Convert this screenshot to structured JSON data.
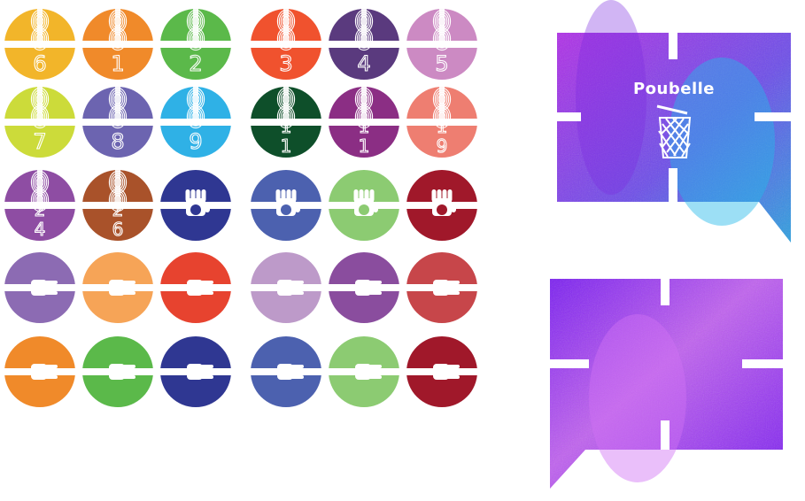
{
  "tokens": [
    {
      "row": 1,
      "col": 1,
      "kind": "fingerprint",
      "digits": [
        "6"
      ],
      "color": "#F2B52A"
    },
    {
      "row": 1,
      "col": 2,
      "kind": "fingerprint",
      "digits": [
        "1"
      ],
      "color": "#F08A2A"
    },
    {
      "row": 1,
      "col": 3,
      "kind": "fingerprint",
      "digits": [
        "2"
      ],
      "color": "#5BB94A"
    },
    {
      "row": 1,
      "col": 4,
      "kind": "fingerprint",
      "digits": [
        "3"
      ],
      "color": "#F0522E"
    },
    {
      "row": 1,
      "col": 5,
      "kind": "fingerprint",
      "digits": [
        "4"
      ],
      "color": "#5A3A7E"
    },
    {
      "row": 1,
      "col": 6,
      "kind": "fingerprint",
      "digits": [
        "5"
      ],
      "color": "#CC8AC3"
    },
    {
      "row": 2,
      "col": 1,
      "kind": "fingerprint",
      "digits": [
        "7"
      ],
      "color": "#CCDB3A"
    },
    {
      "row": 2,
      "col": 2,
      "kind": "fingerprint",
      "digits": [
        "8"
      ],
      "color": "#6C64B0"
    },
    {
      "row": 2,
      "col": 3,
      "kind": "fingerprint",
      "digits": [
        "9"
      ],
      "color": "#2FB1E6"
    },
    {
      "row": 2,
      "col": 4,
      "kind": "fingerprint",
      "digits": [
        "1",
        "1"
      ],
      "color": "#0E4F2A"
    },
    {
      "row": 2,
      "col": 5,
      "kind": "fingerprint",
      "digits": [
        "1",
        "1"
      ],
      "color": "#8B2E84"
    },
    {
      "row": 2,
      "col": 6,
      "kind": "fingerprint",
      "digits": [
        "1",
        "9"
      ],
      "color": "#EE7E71"
    },
    {
      "row": 3,
      "col": 1,
      "kind": "fingerprint",
      "digits": [
        "2",
        "4"
      ],
      "color": "#8E4DA3"
    },
    {
      "row": 3,
      "col": 2,
      "kind": "fingerprint",
      "digits": [
        "2",
        "6"
      ],
      "color": "#A9522A"
    },
    {
      "row": 3,
      "col": 3,
      "kind": "hand-up",
      "color": "#2F3792"
    },
    {
      "row": 3,
      "col": 4,
      "kind": "hand-up",
      "color": "#4C61AF"
    },
    {
      "row": 3,
      "col": 5,
      "kind": "hand-up",
      "color": "#8CCB72"
    },
    {
      "row": 3,
      "col": 6,
      "kind": "hand-up",
      "color": "#A0182A"
    },
    {
      "row": 4,
      "col": 1,
      "kind": "hand-side",
      "color": "#8C6BB3"
    },
    {
      "row": 4,
      "col": 2,
      "kind": "hand-side",
      "color": "#F6A457"
    },
    {
      "row": 4,
      "col": 3,
      "kind": "hand-side",
      "color": "#E7432F"
    },
    {
      "row": 4,
      "col": 4,
      "kind": "hand-side",
      "color": "#BD9AC9"
    },
    {
      "row": 4,
      "col": 5,
      "kind": "hand-side",
      "color": "#8A4D9E"
    },
    {
      "row": 4,
      "col": 6,
      "kind": "hand-side",
      "color": "#C7464A"
    },
    {
      "row": 5,
      "col": 1,
      "kind": "hand-side",
      "color": "#F08A2A"
    },
    {
      "row": 5,
      "col": 2,
      "kind": "hand-side",
      "color": "#5BB94A"
    },
    {
      "row": 5,
      "col": 3,
      "kind": "hand-side",
      "color": "#2F3792"
    },
    {
      "row": 5,
      "col": 4,
      "kind": "hand-side",
      "color": "#4C61AF"
    },
    {
      "row": 5,
      "col": 5,
      "kind": "hand-side",
      "color": "#8CCB72"
    },
    {
      "row": 5,
      "col": 6,
      "kind": "hand-side",
      "color": "#A0182A"
    }
  ],
  "panels": {
    "trash": {
      "label": "Poubelle",
      "icon": "trash-bin-icon",
      "color_a": "#B02CE8",
      "color_b": "#2AA0E0"
    },
    "blank": {
      "color_a": "#7A1DF2",
      "color_b": "#C060F0"
    }
  },
  "band_color": "#FFFFFF"
}
